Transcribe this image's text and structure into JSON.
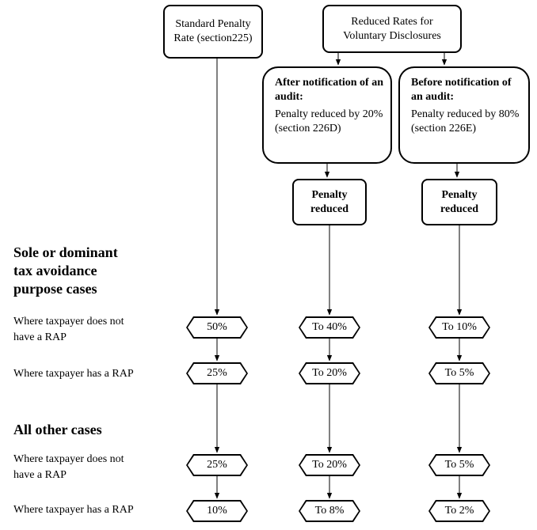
{
  "boxes": {
    "standard": "Standard Penalty Rate (section225)",
    "reduced_rates": "Reduced Rates for Voluntary Disclosures",
    "after": {
      "header": "After notification of an audit:",
      "body": "Penalty reduced by 20% (section 226D)"
    },
    "before": {
      "header": "Before notification of an audit:",
      "body": "Penalty reduced by 80% (section 226E)"
    },
    "penalty_reduced": "Penalty reduced"
  },
  "sections": {
    "sole": "Sole or dominant tax avoidance purpose cases",
    "other": "All other cases"
  },
  "row_labels": {
    "no_rap": "Where taxpayer does not have a RAP",
    "has_rap": "Where taxpayer has a RAP"
  },
  "rates": {
    "sole_no_rap": [
      "50%",
      "To 40%",
      "To 10%"
    ],
    "sole_rap": [
      "25%",
      "To 20%",
      "To 5%"
    ],
    "other_no_rap": [
      "25%",
      "To 20%",
      "To 5%"
    ],
    "other_rap": [
      "10%",
      "To 8%",
      "To 2%"
    ]
  }
}
